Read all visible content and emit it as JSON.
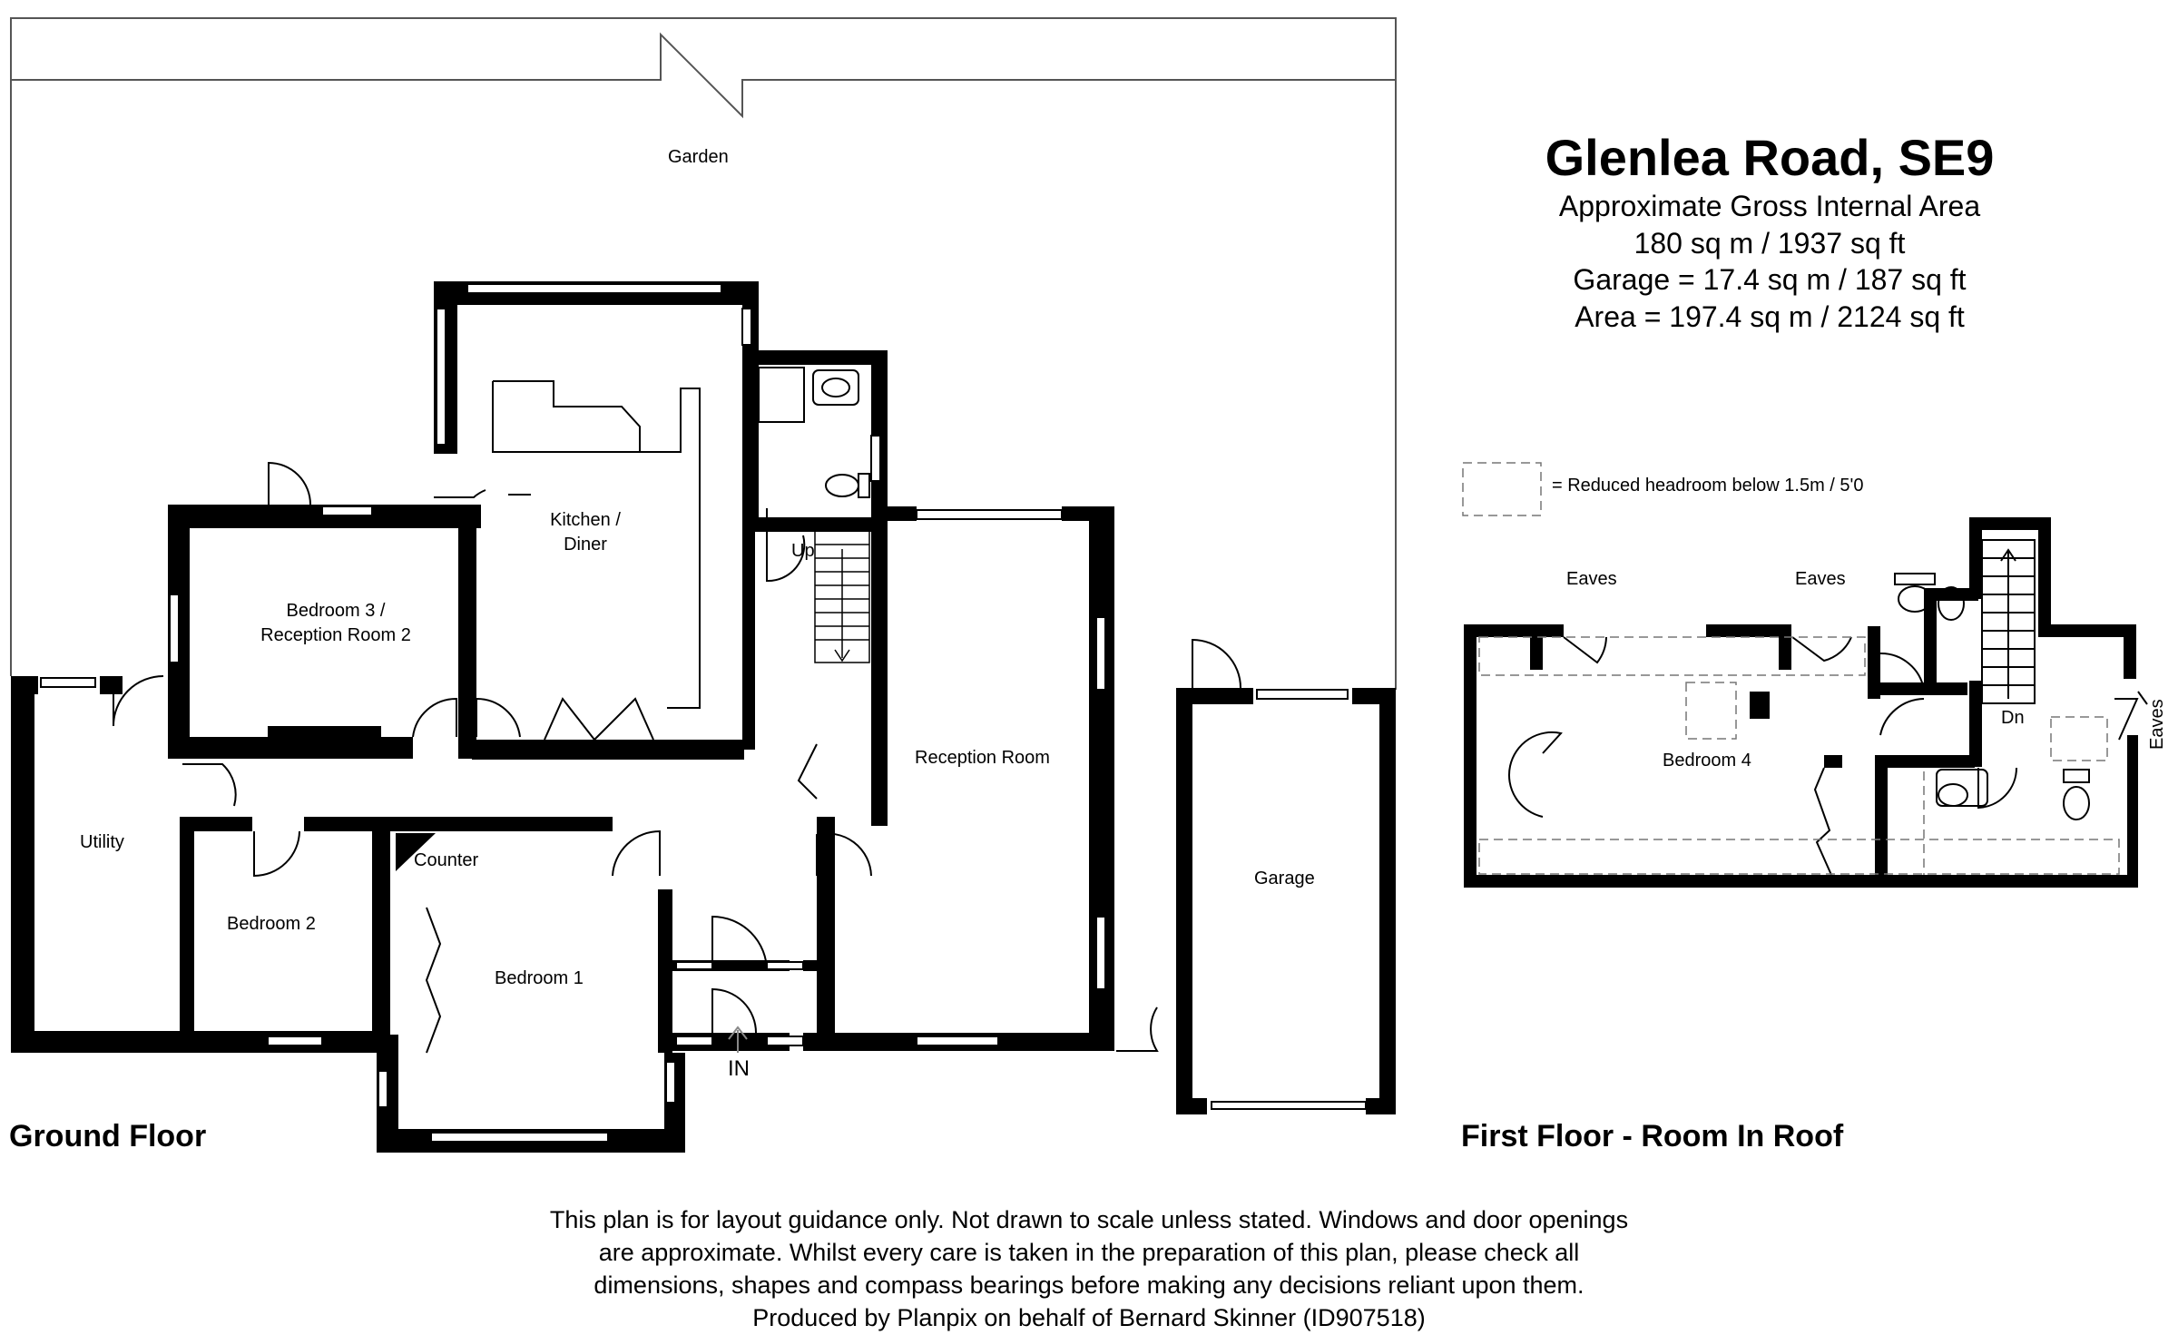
{
  "title": {
    "address": "Glenlea Road, SE9",
    "lines": [
      "Approximate Gross Internal Area",
      "180 sq m / 1937 sq ft",
      "Garage = 17.4 sq m / 187 sq ft",
      "Area = 197.4 sq m / 2124 sq ft"
    ]
  },
  "legend": {
    "reduced_headroom": "= Reduced headroom below 1.5m / 5'0"
  },
  "floors": {
    "ground": "Ground Floor",
    "first": "First Floor - Room In Roof"
  },
  "rooms": {
    "garden": "Garden",
    "kitchen": [
      "Kitchen /",
      "Diner"
    ],
    "bedroom3": [
      "Bedroom  3 /",
      "Reception Room  2"
    ],
    "utility": "Utility",
    "bedroom2": "Bedroom  2",
    "counter": "Counter",
    "bedroom1": "Bedroom 1",
    "reception": "Reception Room",
    "garage": "Garage",
    "up": "Up",
    "in": "IN",
    "eaves_left": "Eaves",
    "eaves_right": "Eaves",
    "eaves_side": "Eaves",
    "bedroom4": "Bedroom  4",
    "dn": "Dn"
  },
  "disclaimer": [
    "This plan is for layout guidance only. Not drawn to scale unless stated. Windows and door openings",
    "are approximate. Whilst every care is taken in the preparation of this plan, please check all",
    "dimensions, shapes and compass bearings before making any decisions reliant upon them.",
    "Produced by Planpix on behalf of Bernard Skinner (ID907518)"
  ]
}
